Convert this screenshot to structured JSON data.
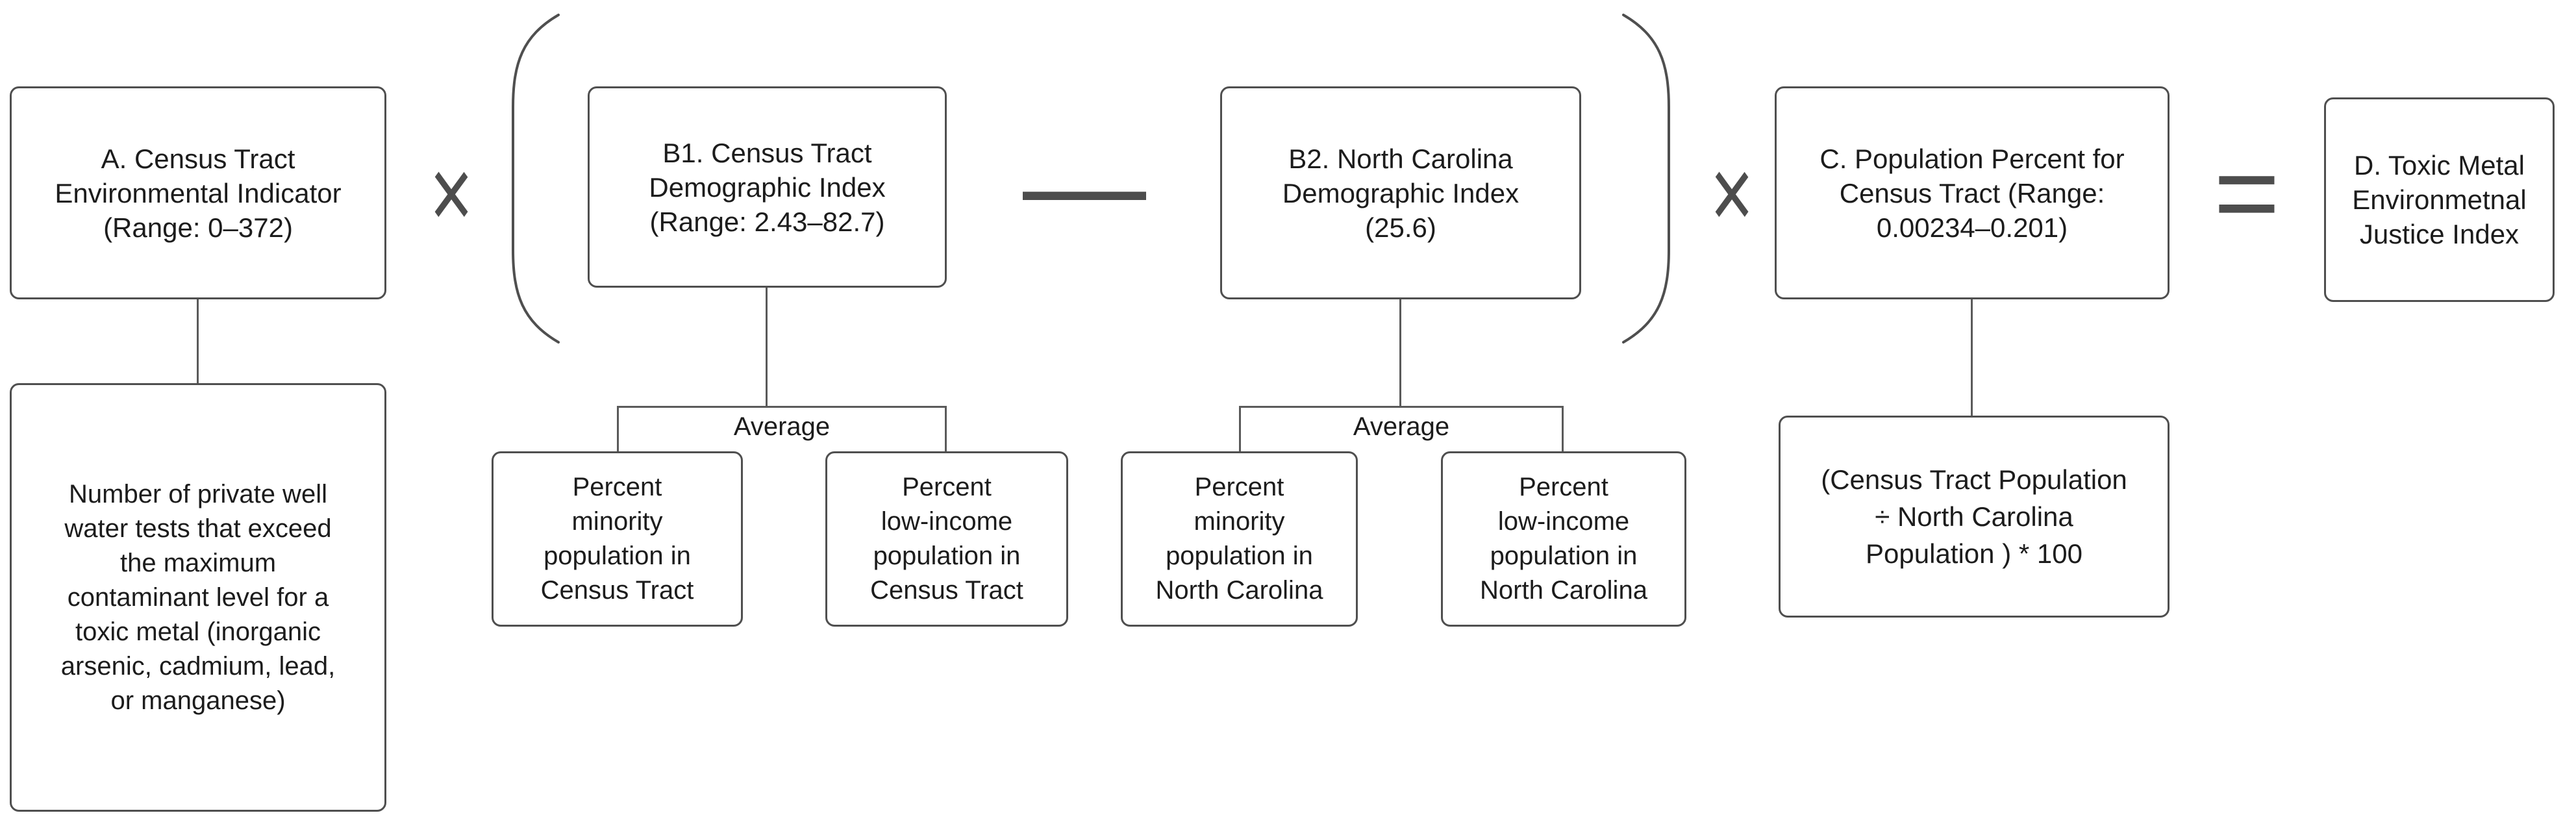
{
  "colors": {
    "background": "#ffffff",
    "box_border": "#4f4f4f",
    "connector_line": "#5a5a5a",
    "text": "#1c1c1c",
    "operator": "#4d4d4d"
  },
  "formula_row": {
    "box_a": {
      "lines": [
        "A. Census Tract",
        "Environmental Indicator",
        "(Range: 0–372)"
      ]
    },
    "box_b1": {
      "lines": [
        "B1. Census Tract",
        "Demographic Index",
        "(Range: 2.43–82.7)"
      ]
    },
    "box_b2": {
      "lines": [
        "B2. North Carolina",
        "Demographic Index",
        "(25.6)"
      ]
    },
    "box_c": {
      "lines": [
        "C. Population Percent for",
        "Census Tract (Range:",
        "0.00234–0.201)"
      ]
    },
    "box_d": {
      "lines": [
        "D. Toxic Metal",
        "Environmetnal",
        "Justice Index"
      ]
    },
    "operators": {
      "multiply_1": "×",
      "minus": "—",
      "multiply_2": "×",
      "equals": "="
    }
  },
  "detail_row": {
    "box_a_detail": {
      "lines": [
        "Number of private well",
        "water tests that exceed",
        "the maximum",
        "contaminant level for a",
        "toxic metal (inorganic",
        "arsenic, cadmium, lead,",
        "or manganese)"
      ]
    },
    "b1_average_label": "Average",
    "b1_child_minority": {
      "lines": [
        "Percent",
        "minority",
        "population in",
        "Census Tract"
      ]
    },
    "b1_child_low_income": {
      "lines": [
        "Percent",
        "low-income",
        "population in",
        "Census Tract"
      ]
    },
    "b2_average_label": "Average",
    "b2_child_minority": {
      "lines": [
        "Percent",
        "minority",
        "population in",
        "North Carolina"
      ]
    },
    "b2_child_low_income": {
      "lines": [
        "Percent",
        "low-income",
        "population in",
        "North Carolina"
      ]
    },
    "box_c_detail": {
      "lines": [
        "(Census Tract Population",
        "÷ North Carolina",
        "Population ) * 100"
      ]
    }
  }
}
